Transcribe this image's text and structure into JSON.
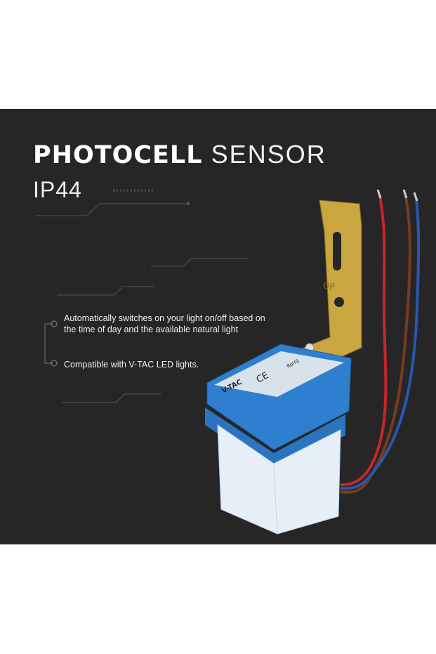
{
  "title": {
    "bold": "PHOTOCELL",
    "light": "SENSOR"
  },
  "rating": "IP44",
  "arrows": "››››››››››››",
  "features": [
    "Automatically switches on your light on/off based on the time of day and the available natural light",
    "Compatible with V-TAC LED lights."
  ],
  "product_label": {
    "brand": "V-TAC",
    "marks": "CE",
    "rohs": "RoHS",
    "bracket_text": "UP"
  },
  "colors": {
    "background": "#262626",
    "cap": "#2f7fd0",
    "body": "#e6eef8",
    "bracket": "#c9a640"
  }
}
